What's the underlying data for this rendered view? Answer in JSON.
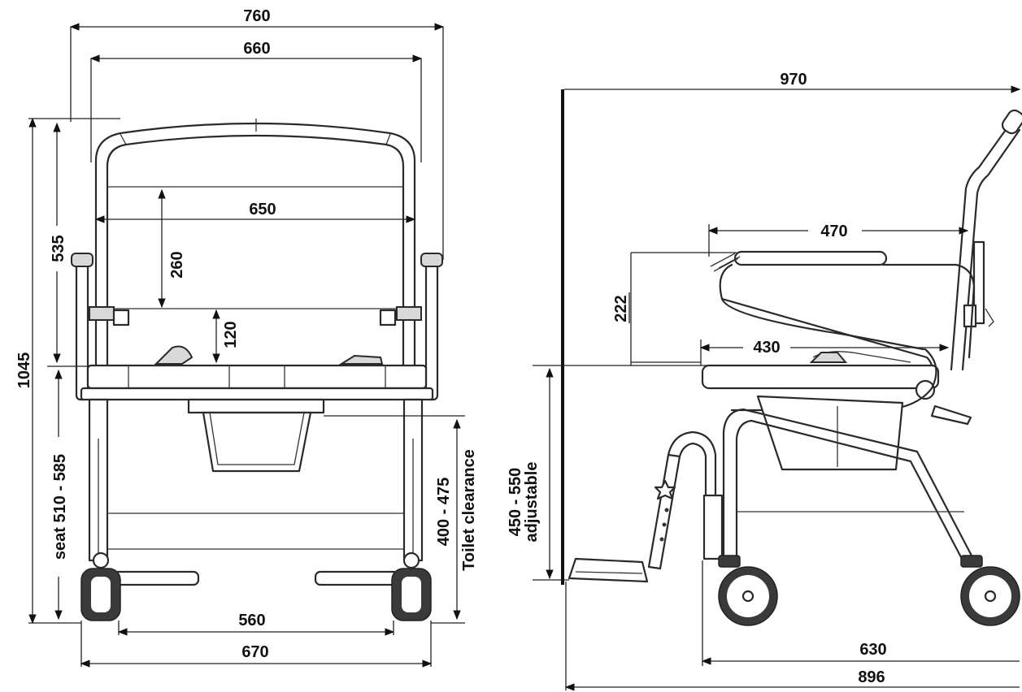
{
  "front_view": {
    "overall_width": "760",
    "armrest_width": "660",
    "backrest_width": "650",
    "backrest_height": "260",
    "backrest_gap": "120",
    "overall_height": "1045",
    "back_height": "535",
    "seat_height": "seat 510 - 585",
    "toilet_clearance_value": "400 - 475",
    "toilet_clearance_label": "Toilet clearance",
    "inner_wheel_base": "560",
    "outer_wheel_base": "670"
  },
  "side_view": {
    "overall_depth": "970",
    "armrest_length": "470",
    "armrest_height": "222",
    "seat_depth": "430",
    "footrest_height_value": "450 - 550",
    "footrest_height_label": "adjustable",
    "wheelbase": "630",
    "overall_length": "896"
  }
}
